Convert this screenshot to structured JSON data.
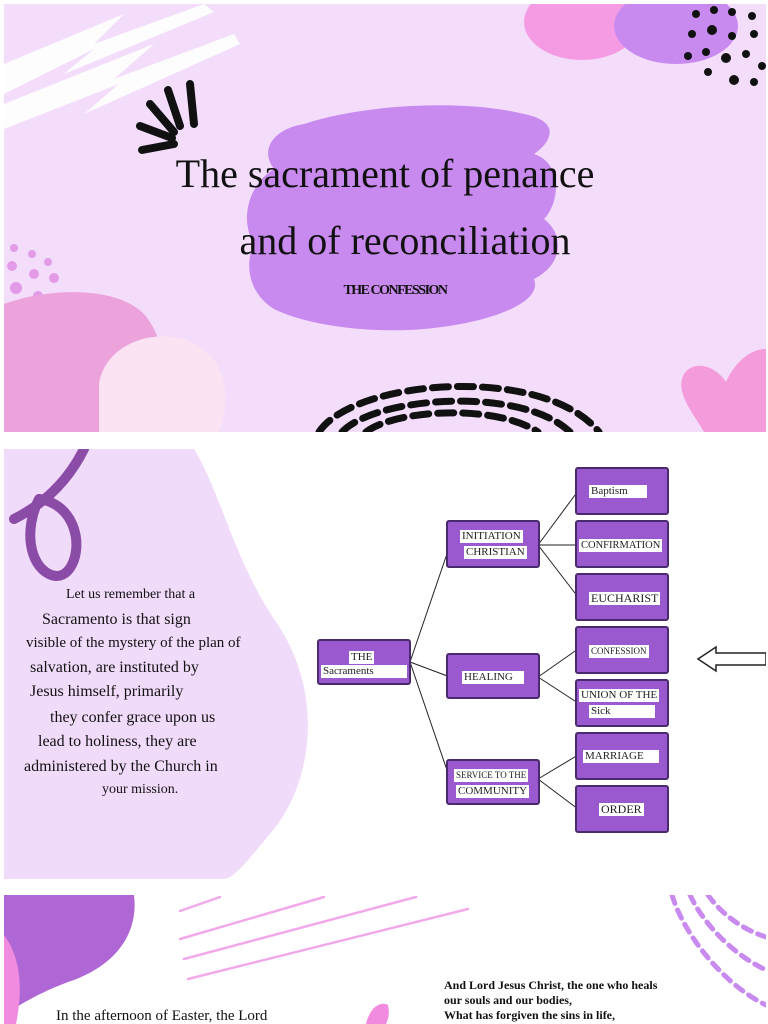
{
  "slide1": {
    "title_line1": "The sacrament of penance",
    "title_line2": "and of reconciliation",
    "subtitle": "THE CONFESSION"
  },
  "slide2": {
    "paragraph": [
      "Let us remember that a",
      "Sacramento is that sign",
      "visible of the mystery of the plan of",
      "salvation, are instituted by",
      "Jesus himself, primarily",
      "they confer grace upon us",
      "lead to holiness, they are",
      "administered by the Church in",
      "your mission."
    ],
    "diagram": {
      "root": {
        "line1": "THE",
        "line2": "Sacraments"
      },
      "groups": {
        "initiation": {
          "line1": "INITIATION",
          "line2": "CHRISTIAN"
        },
        "healing": "HEALING",
        "service": {
          "line1": "SERVICE TO THE",
          "line2": "COMMUNITY"
        }
      },
      "leaves": {
        "baptism": "Baptism",
        "confirmation": "CONFIRMATION",
        "eucharist": "EUCHARIST",
        "confession": "CONFESSION",
        "unction": {
          "line1": "UNION OF THE",
          "line2": "Sick"
        },
        "marriage": "MARRIAGE",
        "order": "ORDER"
      }
    }
  },
  "slide3": {
    "left_text": "In the afternoon of Easter, the Lord",
    "right_text": [
      "And Lord Jesus Christ, the one who heals",
      "our souls and our bodies,",
      "What has forgiven the sins in life,"
    ]
  },
  "colors": {
    "slide1_bg": "#f3ddfb",
    "purple": "#9b59d0",
    "purple_dark": "#4a2a6e",
    "pink": "#f49be4",
    "lilac": "#c98af0"
  }
}
